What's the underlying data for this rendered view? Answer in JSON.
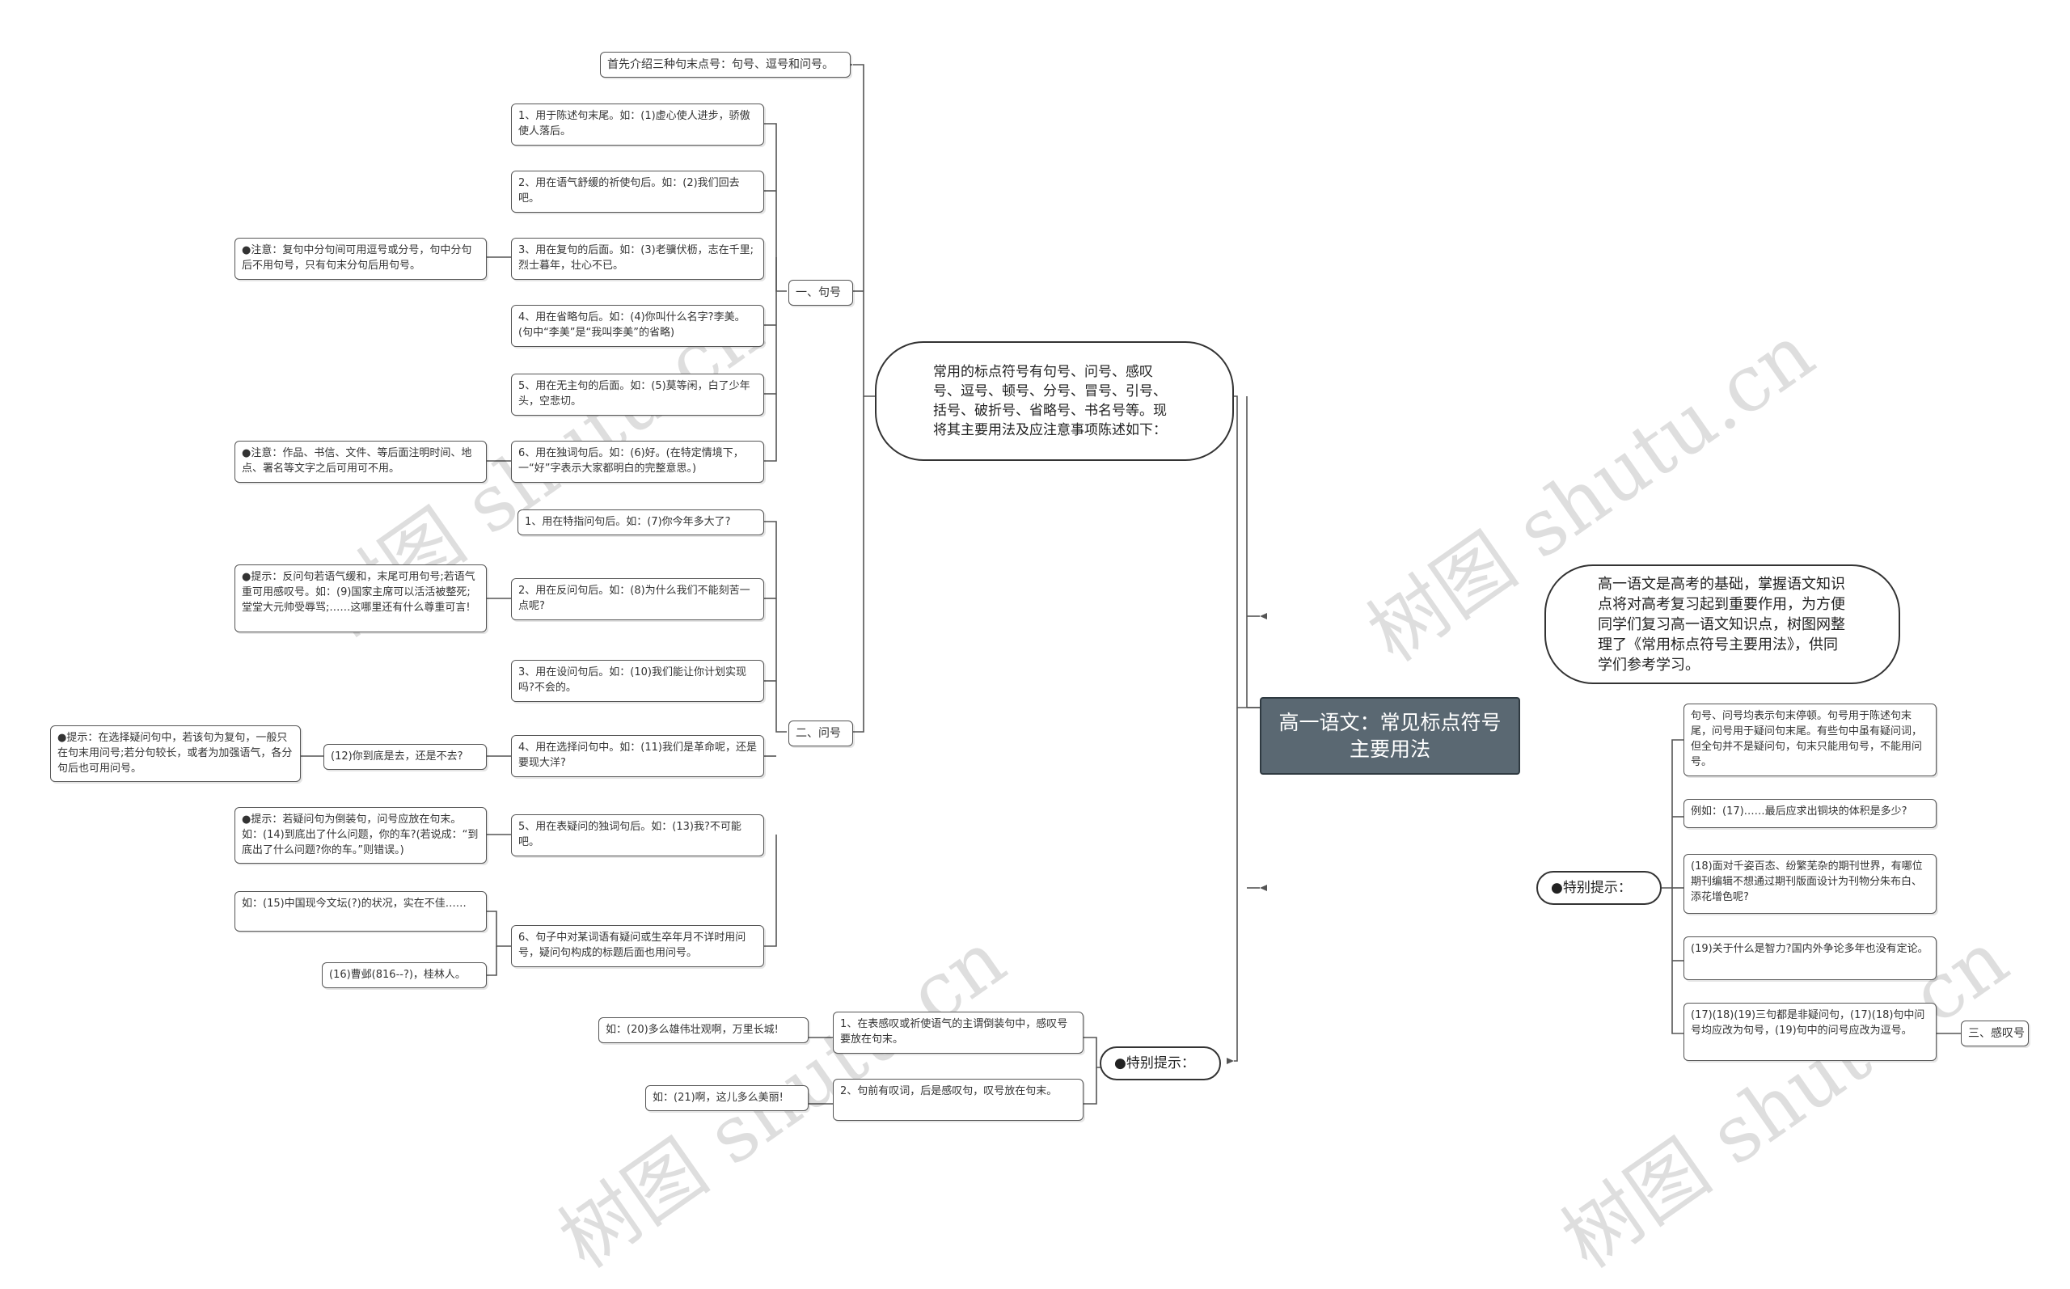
{
  "root": {
    "title": "高一语文：常见标点符号主要用法"
  },
  "intro": {
    "text": "高一语文是高考的基础，掌握语文知识点将对高考复习起到重要作用，为方便同学们复习高一语文知识点，树图网整理了《常用标点符号主要用法》，供同学们参考学习。"
  },
  "summary": {
    "text": "常用的标点符号有句号、问号、感叹号、逗号、顿号、分号、冒号、引号、括号、破折号、省略号、书名号等。现将其主要用法及应注意事项陈述如下："
  },
  "first_note": "首先介绍三种句末点号：句号、逗号和问号。",
  "juhao": {
    "label": "一、句号",
    "items": [
      "1、用于陈述句末尾。如：(1)虚心使人进步，骄傲使人落后。",
      "2、用在语气舒缓的祈使句后。如：(2)我们回去吧。",
      "3、用在复句的后面。如：(3)老骥伏枥，志在千里;烈士暮年，壮心不已。",
      "4、用在省略句后。如：(4)你叫什么名字?李美。(句中“李美”是“我叫李美”的省略)",
      "5、用在无主句的后面。如：(5)莫等闲，白了少年头，空悲切。",
      "6、用在独词句后。如：(6)好。(在特定情境下，一“好”字表示大家都明白的完整意思。)"
    ],
    "notes": [
      "●注意：复句中分句间可用逗号或分号，句中分句后不用句号，只有句末分句后用句号。",
      "●注意：作品、书信、文件、等后面注明时间、地点、署名等文字之后可用可不用。"
    ]
  },
  "wenhao": {
    "label": "二、问号",
    "items": [
      "1、用在特指问句后。如：(7)你今年多大了?",
      "2、用在反问句后。如：(8)为什么我们不能刻苦一点呢?",
      "3、用在设问句后。如：(10)我们能让你计划实现吗?不会的。",
      "4、用在选择问句中。如：(11)我们是革命呢，还是要现大洋?",
      "5、用在表疑问的独词句后。如：(13)我?不可能吧。",
      "6、句子中对某词语有疑问或生卒年月不详时用问号，疑问句构成的标题后面也用问号。"
    ],
    "tip2": "●提示：反问句若语气缓和，末尾可用句号;若语气重可用感叹号。如：(9)国家主席可以活活被整死;堂堂大元帅受辱骂;……这哪里还有什么尊重可言!",
    "ex4": "(12)你到底是去，还是不去?",
    "tip4": "●提示：在选择疑问句中，若该句为复句，一般只在句末用问号;若分句较长，或者为加强语气，各分句后也可用问号。",
    "tip5": "●提示：若疑问句为倒装句，问号应放在句末。如：(14)到底出了什么问题，你的车?(若说成：“到底出了什么问题?你的车。”则错误。)",
    "ex6a": "如：(15)中国现今文坛(?)的状况，实在不佳……",
    "ex6b": "(16)曹邺(816--?)，桂林人。"
  },
  "left_special": {
    "label": "●特别提示：",
    "items": [
      "1、在表感叹或祈使语气的主谓倒装句中，感叹号要放在句末。",
      "2、句前有叹词，后是感叹句，叹号放在句末。"
    ],
    "examples": [
      "如：(20)多么雄伟壮观啊，万里长城!",
      "如：(21)啊，这儿多么美丽!"
    ]
  },
  "right_special": {
    "label": "●特别提示：",
    "items": [
      "句号、问号均表示句末停顿。句号用于陈述句末尾，问号用于疑问句末尾。有些句中虽有疑问词，但全句并不是疑问句，句末只能用句号，不能用问号。",
      "例如：(17)……最后应求出铜块的体积是多少?",
      "(18)面对千姿百态、纷繁芜杂的期刊世界，有哪位期刊编辑不想通过期刊版面设计为刊物分朱布白、添花增色呢?",
      "(19)关于什么是智力?国内外争论多年也没有定论。",
      "(17)(18)(19)三句都是非疑问句，(17)(18)句中问号均应改为句号，(19)句中的问号应改为逗号。"
    ],
    "next": "三、感叹号"
  },
  "watermark": "树图 shutu.cn",
  "colors": {
    "line": "#555555",
    "root_bg": "#5a6872"
  }
}
